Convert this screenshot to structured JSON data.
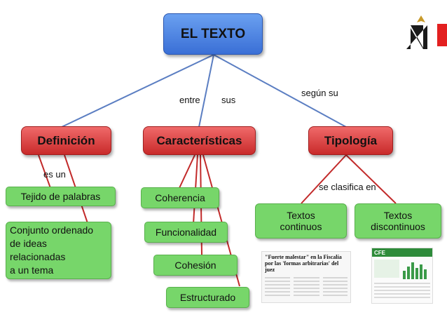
{
  "root": {
    "label": "EL TEXTO"
  },
  "categories": {
    "definicion": "Definición",
    "caracteristicas": "Características",
    "tipologia": "Tipología"
  },
  "connectors": {
    "entre": "entre",
    "sus": "sus",
    "segun_su": "según su",
    "es_un": "es un",
    "se_clasifica_en": "se clasifica en"
  },
  "definicion_items": [
    "Tejido de palabras",
    "Conjunto ordenado\nde ideas\nrelacionadas\na un tema"
  ],
  "caracteristicas_items": [
    "Coherencia",
    "Funcionalidad",
    "Cohesión",
    "Estructurado"
  ],
  "tipologia_items": [
    "Textos\ncontinuos",
    "Textos\ndiscontinuos"
  ],
  "thumbnails": {
    "newspaper_headline": "\"Fuerte malestar\" en la Fiscalía por las 'formas arbitrarias' del juez",
    "chart_header": "CFE"
  },
  "colors": {
    "root": "#3a6fd6",
    "category": "#d13a3a",
    "item": "#77d66a",
    "line": "#5b7ec2",
    "accent": "#e32020"
  },
  "icons": [
    "n-logo-icon"
  ]
}
